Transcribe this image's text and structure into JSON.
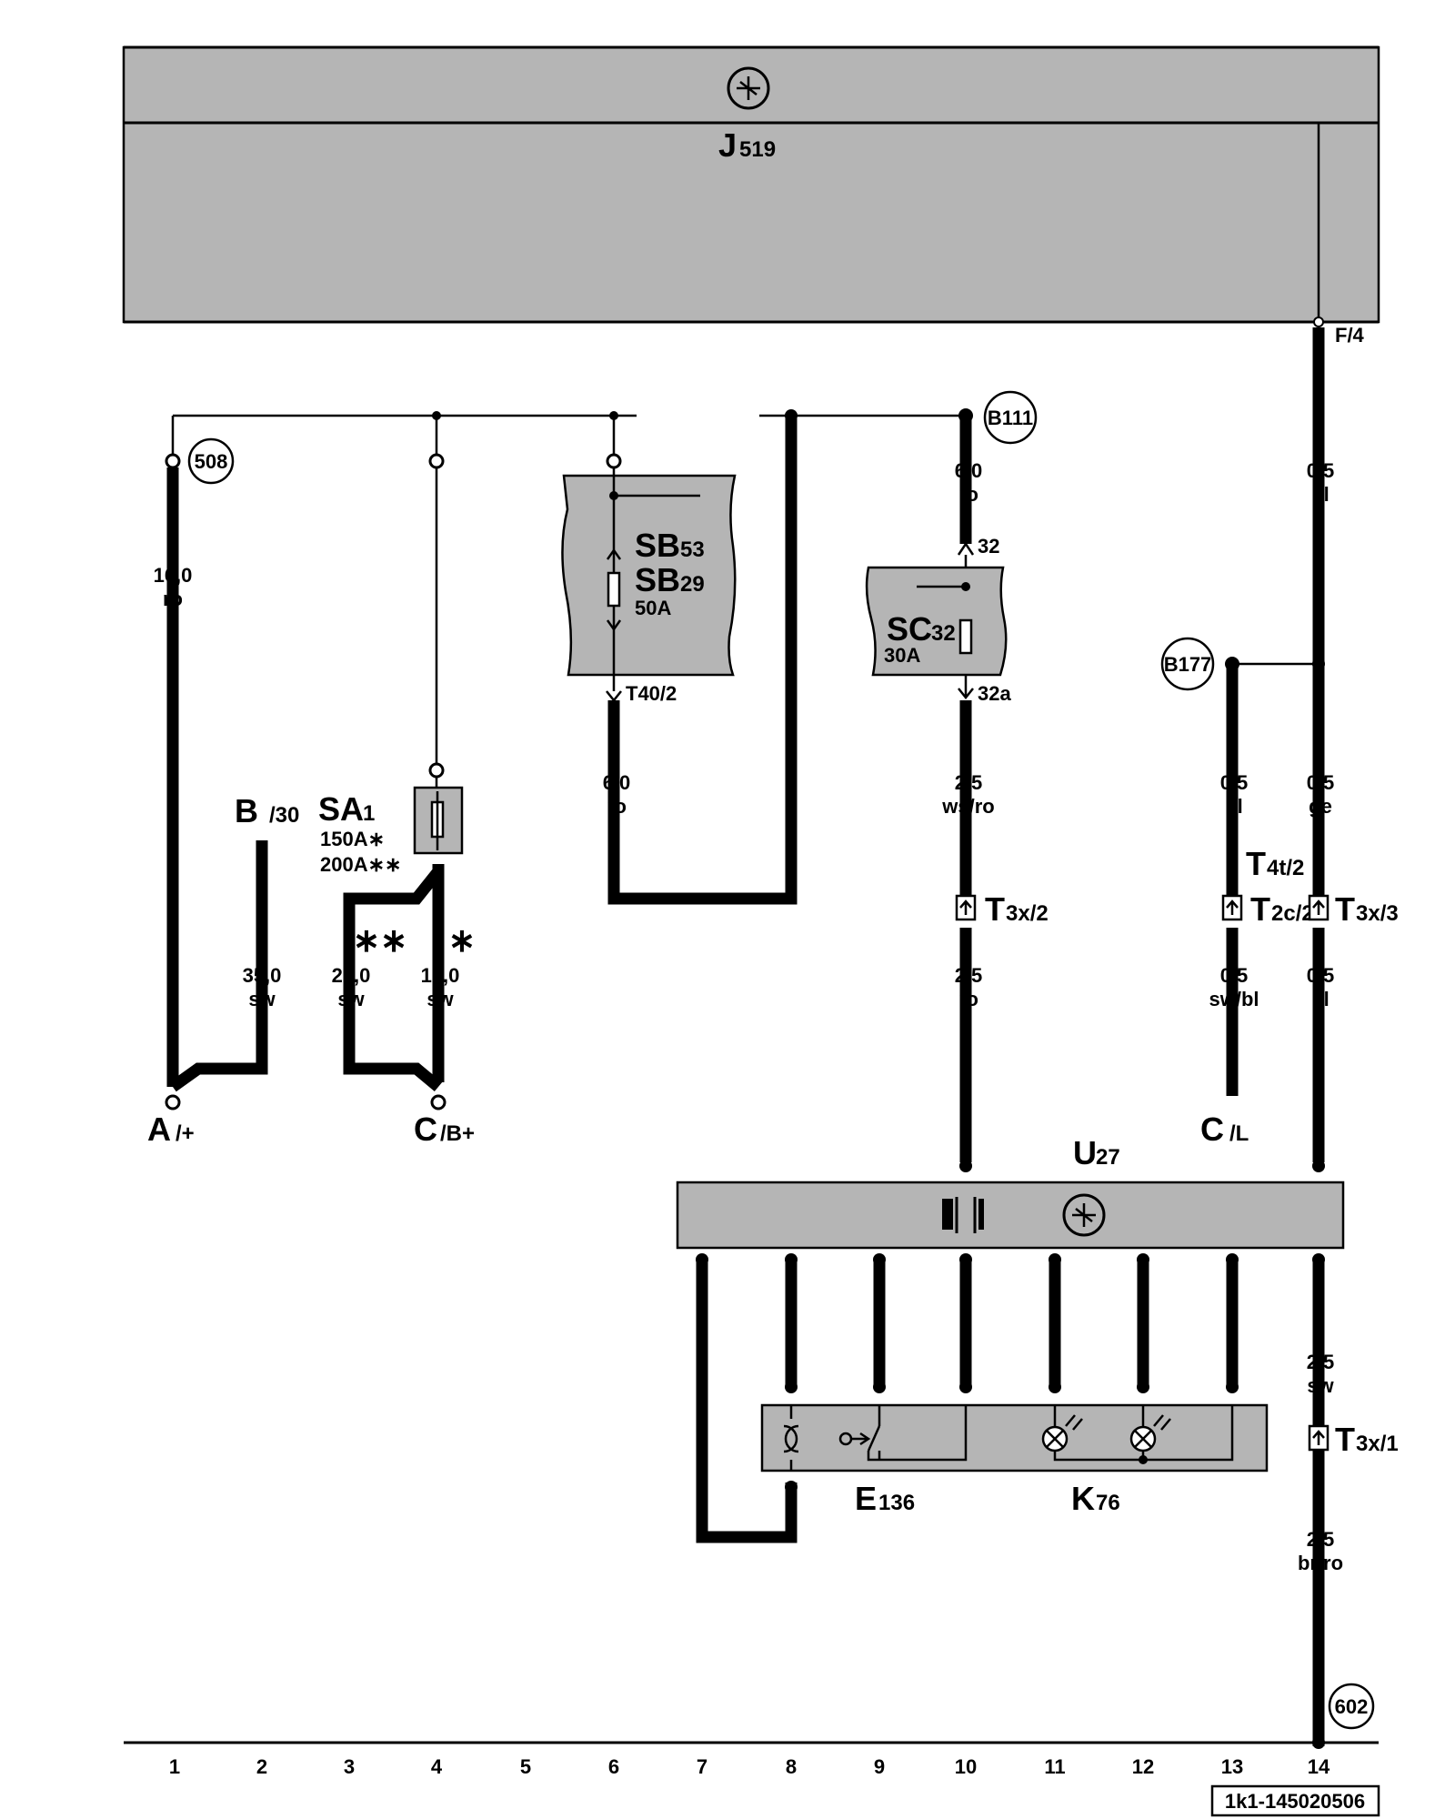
{
  "components": {
    "j519": {
      "name": "J",
      "sub": "519"
    },
    "u27": {
      "name": "U",
      "sub": "27"
    },
    "e136": {
      "name": "E",
      "sub": "136"
    },
    "k76": {
      "name": "K",
      "sub": "76"
    },
    "sb53": {
      "name": "SB",
      "sub": "53"
    },
    "sb29": {
      "name": "SB",
      "sub": "29",
      "rating": "50A"
    },
    "sc32": {
      "name": "SC",
      "sub": "32",
      "rating": "30A"
    },
    "sa1": {
      "name": "SA",
      "sub": "1",
      "rating1": "150A∗",
      "rating2": "200A∗∗"
    }
  },
  "ground_points": {
    "p508": "508",
    "b111": "B111",
    "b177": "B177",
    "p602": "602"
  },
  "terminals": {
    "a": {
      "main": "A",
      "suffix": "/+"
    },
    "b": {
      "main": "B",
      "suffix": "/30"
    },
    "c_bplus": {
      "main": "C",
      "suffix": "/B+"
    },
    "c_l": {
      "main": "C",
      "suffix": "/L"
    }
  },
  "connectors": {
    "t3x2": {
      "name": "T",
      "sub": "3x/2"
    },
    "t2c2": {
      "name": "T",
      "sub": "2c/2"
    },
    "t3x3": {
      "name": "T",
      "sub": "3x/3"
    },
    "t4t2": {
      "name": "T",
      "sub": "4t/2"
    },
    "t3x1": {
      "name": "T",
      "sub": "3x/1"
    }
  },
  "pin_labels": {
    "f4": "F/4",
    "t40_2": "T40/2",
    "pin32": "32",
    "pin32a": "32a"
  },
  "variant_marks": {
    "double_star": "∗∗",
    "single_star": "∗"
  },
  "wires": [
    {
      "id": "w1",
      "size": "16,0",
      "color": "ro"
    },
    {
      "id": "w2",
      "size": "35,0",
      "color": "sw"
    },
    {
      "id": "w3",
      "size": "25,0",
      "color": "sw"
    },
    {
      "id": "w4",
      "size": "16,0",
      "color": "sw"
    },
    {
      "id": "w6",
      "size": "6,0",
      "color": "ro"
    },
    {
      "id": "w10a",
      "size": "6,0",
      "color": "ro"
    },
    {
      "id": "w10b",
      "size": "2,5",
      "color": "ws/ro"
    },
    {
      "id": "w10c",
      "size": "2,5",
      "color": "ro"
    },
    {
      "id": "w13a",
      "size": "0,5",
      "color": "bl"
    },
    {
      "id": "w13b",
      "size": "0,5",
      "color": "sw/bl"
    },
    {
      "id": "w14a",
      "size": "0,5",
      "color": "bl"
    },
    {
      "id": "w14b",
      "size": "0,5",
      "color": "bl"
    },
    {
      "id": "w14c",
      "size": "0,5",
      "color": "ge"
    },
    {
      "id": "w14d",
      "size": "2,5",
      "color": "sw"
    },
    {
      "id": "w14e",
      "size": "2,5",
      "color": "br/ro"
    }
  ],
  "grid_numbers": [
    "1",
    "2",
    "3",
    "4",
    "5",
    "6",
    "7",
    "8",
    "9",
    "10",
    "11",
    "12",
    "13",
    "14"
  ],
  "diagram_id": "1k1-145020506"
}
